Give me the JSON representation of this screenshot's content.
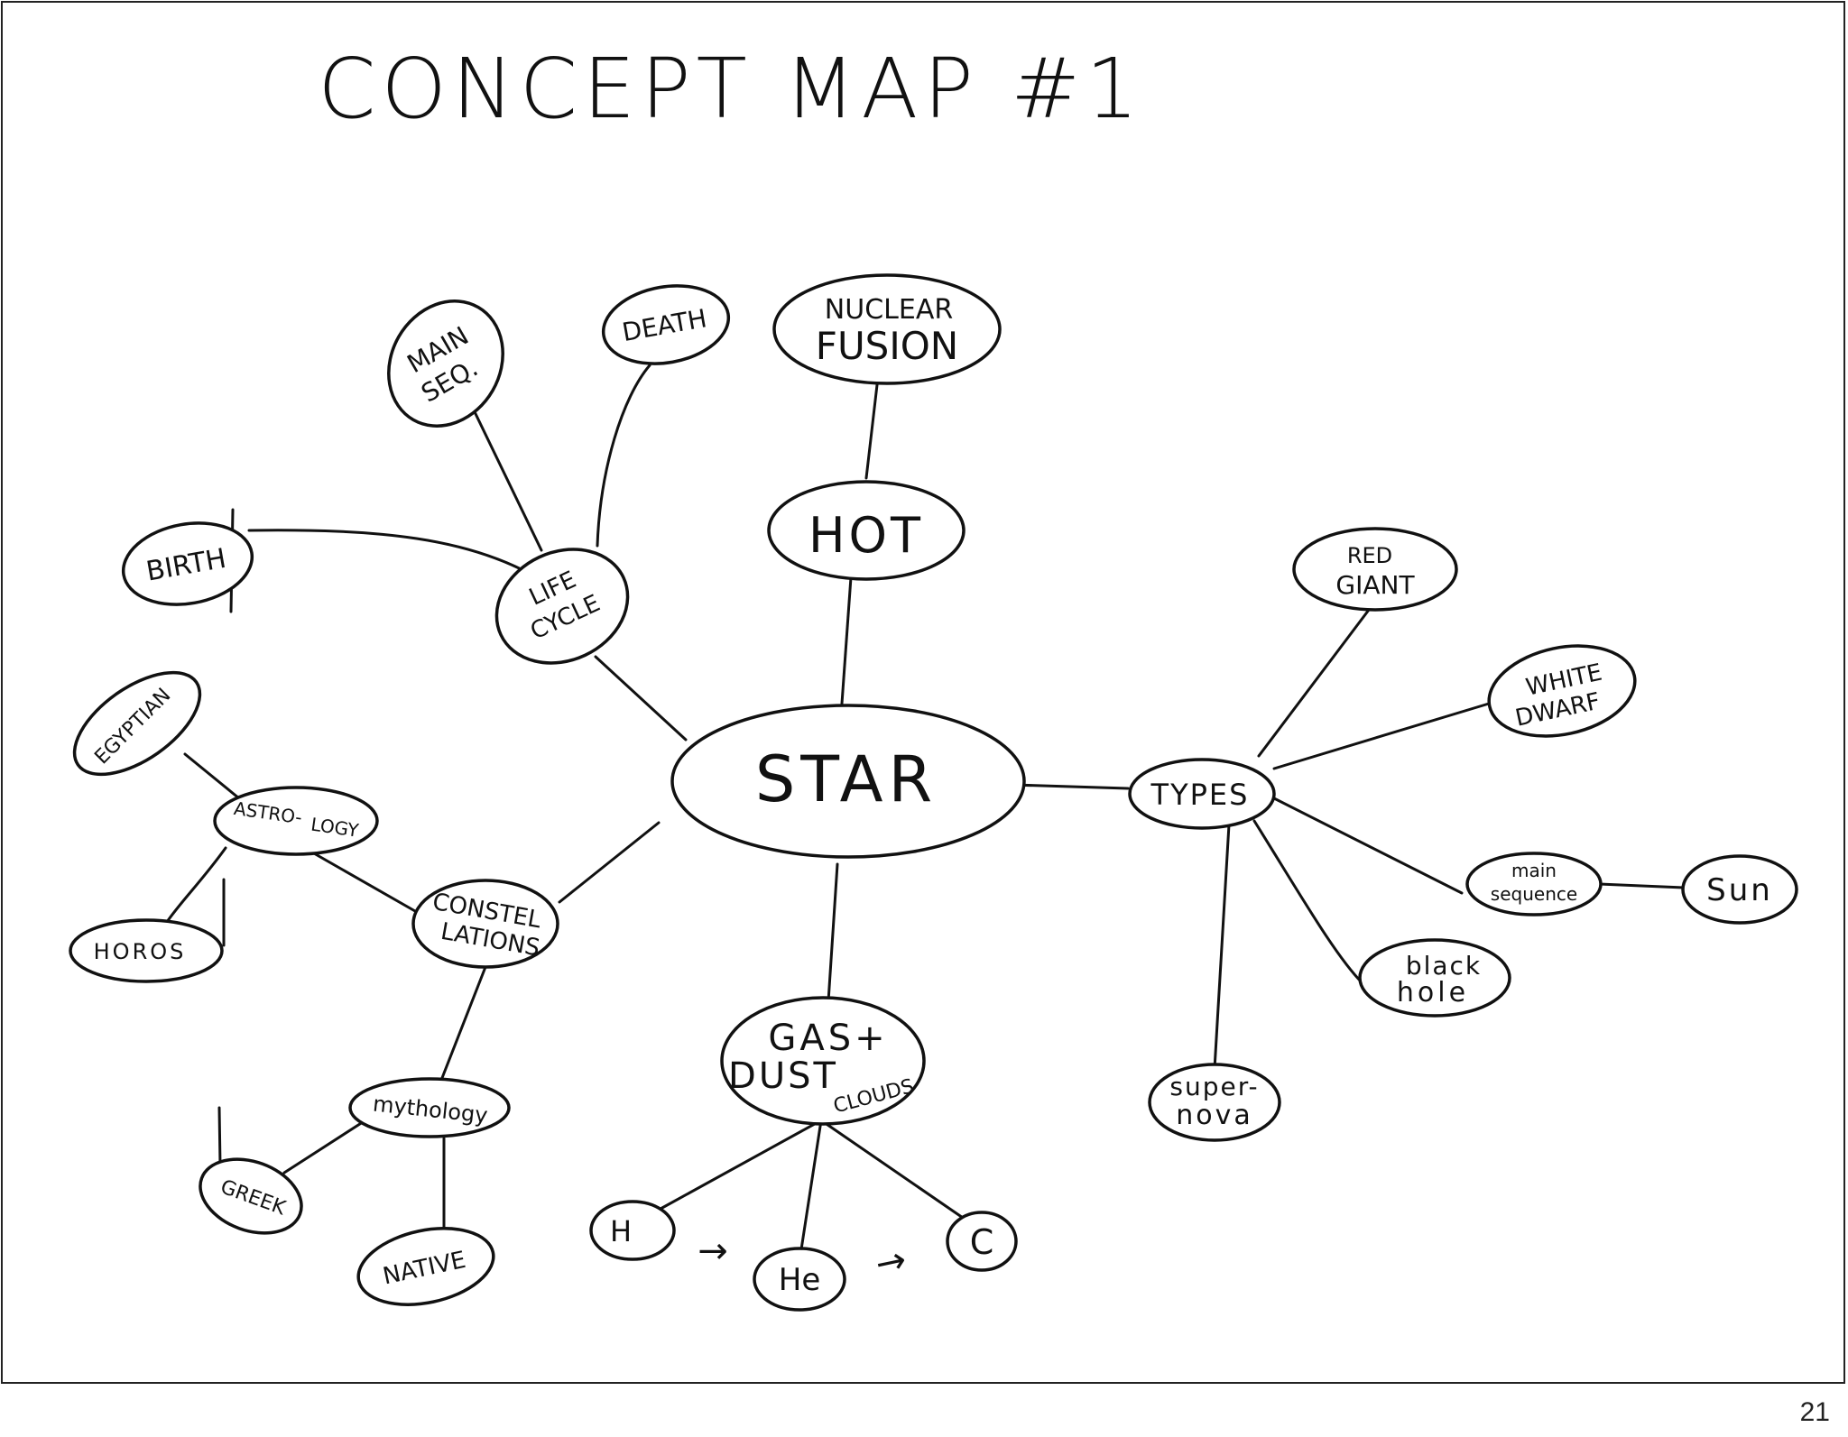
{
  "slide": {
    "title": "CONCEPT MAP #1",
    "page_number": "21"
  },
  "diagram": {
    "nodes": {
      "star": "STAR",
      "hot": "HOT",
      "nuclear_fusion": [
        "NUCLEAR",
        "FUSION"
      ],
      "life_cycle": [
        "LIFE",
        "CYCLE"
      ],
      "main_seq": [
        "MAIN",
        "SEQ."
      ],
      "death": "DEATH",
      "birth": "BIRTH",
      "types": "TYPES",
      "red_giant": [
        "RED",
        "GIANT"
      ],
      "white_dwarf": [
        "WHITE",
        "DWARF"
      ],
      "main_sequence": [
        "main",
        "sequence"
      ],
      "sun": "Sun",
      "black_hole": [
        "black",
        "hole"
      ],
      "supernova": [
        "super-",
        "nova"
      ],
      "gas_dust": [
        "GAS+",
        "DUST",
        "CLOUDS"
      ],
      "h": "H",
      "he": "He",
      "c": "C",
      "arrow": "→",
      "constellations": [
        "CONSTEL",
        "LATIONS"
      ],
      "astrology": [
        "ASTRO-",
        "LOGY"
      ],
      "egyptian": "EGYPTIAN",
      "horoscope": "HOROS",
      "mythology": "mythology",
      "greek": "GREEK",
      "native": "NATIVE"
    }
  },
  "colors": {
    "ink": "#111111",
    "background": "#ffffff"
  }
}
